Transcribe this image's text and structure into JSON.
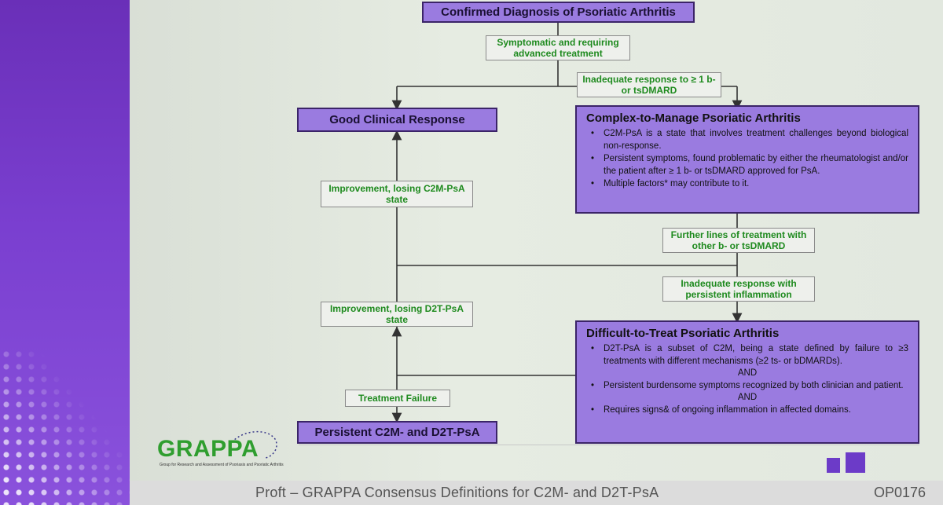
{
  "top": {
    "title": "Confirmed Diagnosis of  Psoriatic Arthritis"
  },
  "labels": {
    "symptomatic": "Symptomatic and requiring advanced treatment",
    "inadequate1": "Inadequate response to ≥ 1 b- or tsDMARD",
    "improvement_c2m": "Improvement, losing C2M-PsA state",
    "further_lines": "Further lines of treatment with other b- or tsDMARD",
    "inadequate2": "Inadequate response with persistent inflammation",
    "improvement_d2t": "Improvement, losing D2T-PsA state",
    "treatment_failure": "Treatment Failure"
  },
  "good_response": {
    "title": "Good Clinical Response"
  },
  "persistent": {
    "title": "Persistent C2M- and D2T-PsA"
  },
  "c2m": {
    "title": "Complex-to-Manage Psoriatic Arthritis",
    "b1": "C2M-PsA is a state that involves treatment challenges beyond biological non-response.",
    "b2": "Persistent symptoms, found problematic by either the rheumatologist and/or the patient after ≥ 1 b- or tsDMARD approved for PsA.",
    "b3": "Multiple factors* may contribute to it."
  },
  "d2t": {
    "title": "Difficult-to-Treat Psoriatic Arthritis",
    "b1": "D2T-PsA is a subset of C2M, being a state defined by failure to ≥3 treatments with different mechanisms (≥2 ts- or bDMARDs).",
    "and1": "AND",
    "b2": "Persistent burdensome symptoms recognized by both clinician and patient.",
    "and2": "AND",
    "b3": "Requires signs& of ongoing inflammation in affected domains."
  },
  "logo": {
    "word": "GRAPPA",
    "tagline": "Group for Research and Assessment of Psoriasis and Psoriatic Arthritis"
  },
  "footer": {
    "text": "Proft – GRAPPA Consensus Definitions for C2M- and D2T-PsA",
    "code": "OP0176"
  },
  "colors": {
    "box_purple": "#9a7be0",
    "border_dark": "#3b2468",
    "label_green": "#1e8a1e",
    "side_purple": "#7a3fd0",
    "logo_green": "#2f9e2f"
  }
}
